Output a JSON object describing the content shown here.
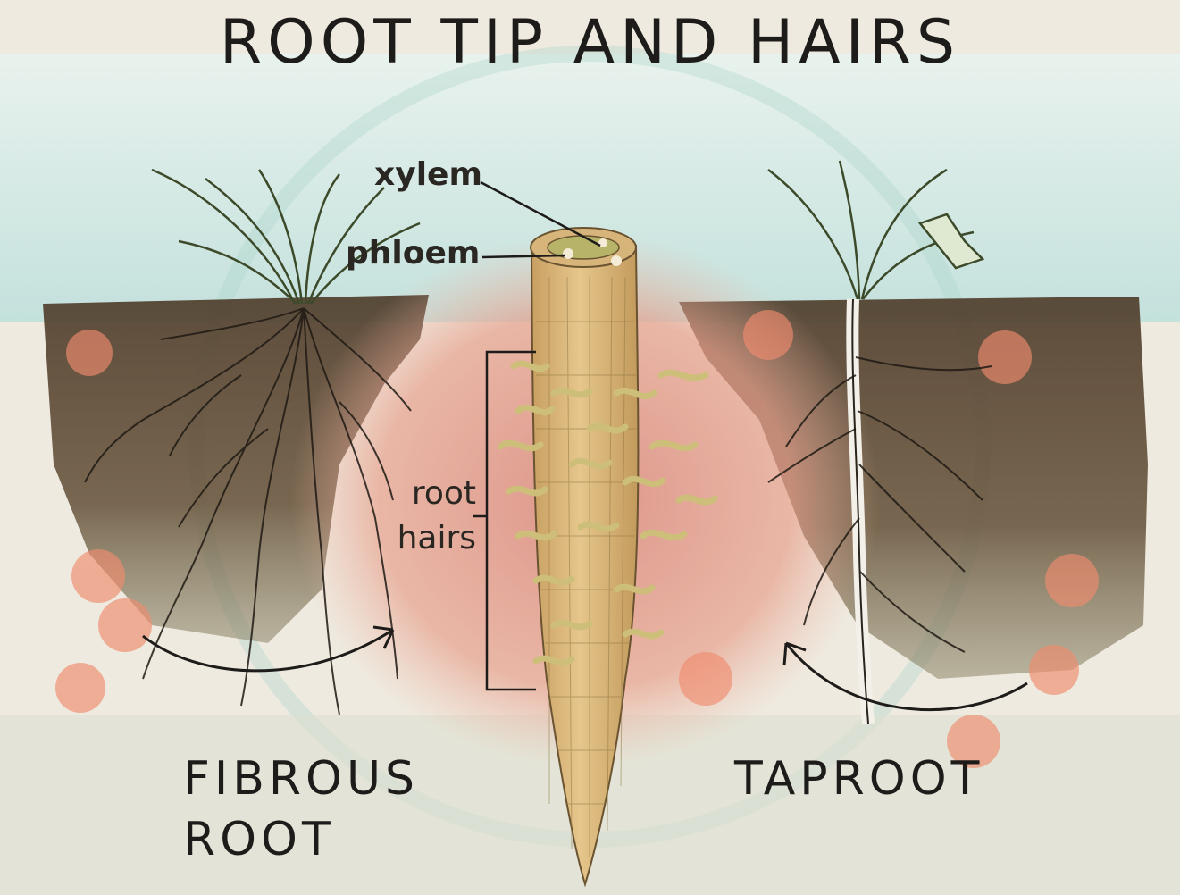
{
  "title": "ROOT TIP AND HAIRS",
  "labels": {
    "xylem": "xylem",
    "phloem": "phloem",
    "root_hairs_line1": "root",
    "root_hairs_line2": "hairs"
  },
  "sections": {
    "fibrous_line1": "FIBROUS",
    "fibrous_line2": "ROOT",
    "taproot": "TAPROOT"
  },
  "colors": {
    "soil": "#5c4632",
    "root_tip": "#d9b67a",
    "root_hair": "#c8c27a",
    "pink_wash": "#e7a08c",
    "sky_wash": "#bfe0dc",
    "dot": "#f08c6e"
  }
}
